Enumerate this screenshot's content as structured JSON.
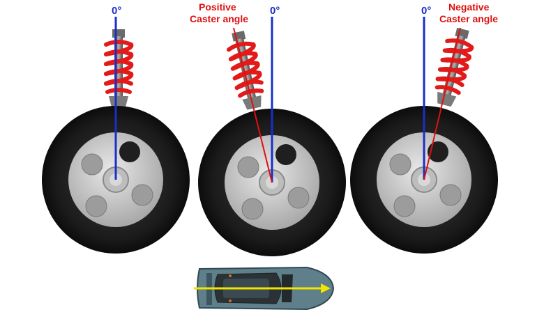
{
  "labels": {
    "zero_degree": "0°",
    "positive_line1": "Positive",
    "positive_line2": "Caster angle",
    "negative_line1": "Negative",
    "negative_line2": "Caster angle"
  },
  "panels": [
    {
      "id": "zero",
      "caster_label_line1": "",
      "caster_label_line2": ""
    },
    {
      "id": "positive",
      "caster_label_line1": "Positive",
      "caster_label_line2": "Caster angle"
    },
    {
      "id": "negative",
      "caster_label_line1": "Negative",
      "caster_label_line2": "Caster angle"
    }
  ],
  "colors": {
    "vertical_reference": "#1a2fc8",
    "caster_axis": "#e01010",
    "spring": "#e21a1a",
    "tire": "#1b1b1b",
    "rim": "#c9c9c9",
    "car_body": "#5f7f8a",
    "direction_arrow": "#f2e600"
  },
  "icons": {
    "suspension": "coil-spring-strut",
    "wheel": "wheel-tire",
    "car": "car-top-view",
    "arrow": "direction-arrow"
  }
}
